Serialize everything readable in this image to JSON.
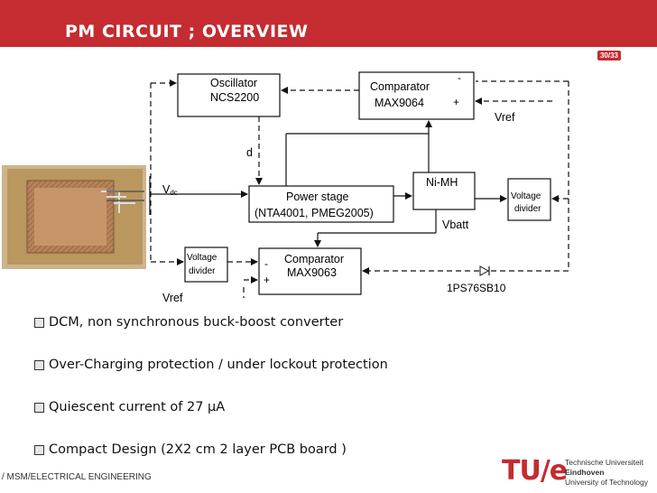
{
  "header": {
    "title": "PM CIRCUIT ; OVERVIEW",
    "page": "30/33"
  },
  "diagram": {
    "oscillator_name": "Oscillator",
    "oscillator_part": "NCS2200",
    "comparator_top_name": "Comparator",
    "comparator_top_part": "MAX9064",
    "comparator_top_minus": "-",
    "comparator_top_plus": "+",
    "vref_top": "Vref",
    "d_label": "d",
    "vdc_label": "V",
    "vdc_sub": "dc",
    "power_stage_name": "Power stage",
    "power_stage_parts": "(NTA4001, PMEG2005)",
    "nimh": "Ni-MH",
    "vbatt": "Vbatt",
    "vdiv_right_1": "Voltage",
    "vdiv_right_2": "divider",
    "vdiv_left_1": "Voltage",
    "vdiv_left_2": "divider",
    "comparator_bottom_name": "Comparator",
    "comparator_bottom_part": "MAX9063",
    "comparator_bottom_minus": "-",
    "comparator_bottom_plus": "+",
    "diode": "1PS76SB10",
    "vref_bottom": "Vref"
  },
  "bullets": [
    "DCM, non synchronous buck-boost converter",
    "Over-Charging protection  / under lockout protection",
    "Quiescent current  of 27 μA",
    "Compact Design (2X2 cm 2 layer PCB board )"
  ],
  "footer": {
    "left": "/ MSM/ELECTRICAL ENGINEERING"
  },
  "logo": {
    "mark": "TU/e",
    "line1": "Technische Universiteit",
    "line2": "Eindhoven",
    "line3": "University of Technology"
  },
  "colors": {
    "brand": "#c42c31",
    "board": "#b08c5c"
  }
}
